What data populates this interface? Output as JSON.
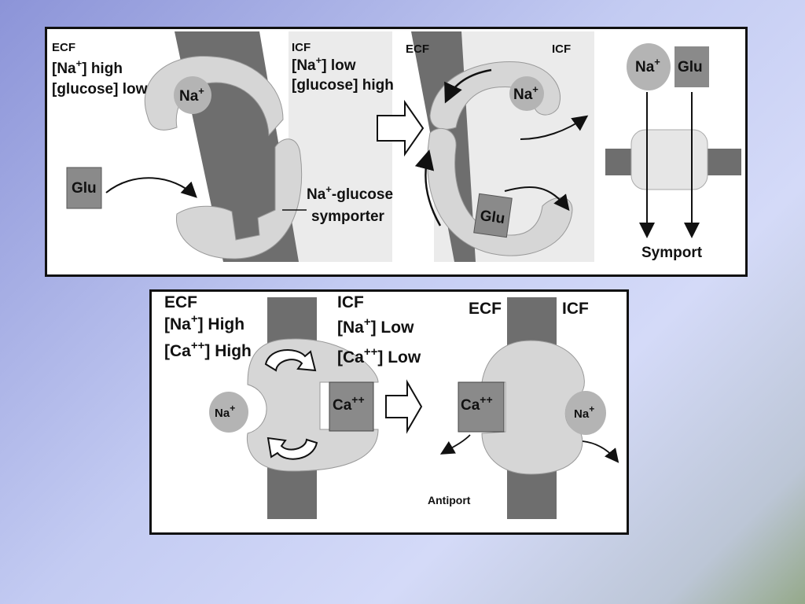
{
  "symport": {
    "ecf": {
      "title": "ECF",
      "line1_pre": "[Na",
      "line1_sup": "+",
      "line1_post": "] high",
      "line2": "[glucose] low"
    },
    "icf": {
      "title": "ICF",
      "line1_pre": "[Na",
      "line1_sup": "+",
      "line1_post": "] low",
      "line2": "[glucose] high"
    },
    "na_ion": {
      "base": "Na",
      "sup": "+"
    },
    "glu_box": "Glu",
    "symporter_label": {
      "base": "Na",
      "sup": "+",
      "line1_post": "-glucose",
      "line2": "symporter"
    },
    "step2": {
      "ecf": "ECF",
      "icf": "ICF",
      "na_base": "Na",
      "na_sup": "+",
      "glu": "Glu"
    },
    "schematic": {
      "na_base": "Na",
      "na_sup": "+",
      "glu": "Glu",
      "caption": "Symport"
    }
  },
  "antiport": {
    "ecf": {
      "title": "ECF",
      "line1_pre": "[Na",
      "line1_sup": "+",
      "line1_post": "] High",
      "line2_pre": "[Ca",
      "line2_sup": "++",
      "line2_post": "] High"
    },
    "icf": {
      "title": "ICF",
      "line1_pre": "[Na",
      "line1_sup": "+",
      "line1_post": "] Low",
      "line2_pre": "[Ca",
      "line2_sup": "++",
      "line2_post": "] Low"
    },
    "na_ion": {
      "base": "Na",
      "sup": "+"
    },
    "ca_box": {
      "base": "Ca",
      "sup": "++"
    },
    "step2": {
      "ecf": "ECF",
      "icf": "ICF",
      "ca_base": "Ca",
      "ca_sup": "++",
      "na_base": "Na",
      "na_sup": "+"
    },
    "caption": "Antiport"
  },
  "colors": {
    "membrane": "#6e6e6e",
    "protein": "#d6d6d6",
    "icf_shade": "#ebebeb",
    "glu_box": "#8a8a8a",
    "ion": "#b4b4b4"
  }
}
